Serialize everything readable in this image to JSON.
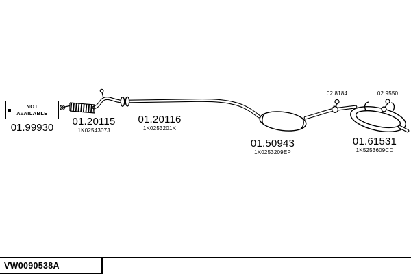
{
  "colors": {
    "ink": "#000000",
    "background": "#ffffff"
  },
  "not_available": {
    "line1": "NOT",
    "line2": "AVAILABLE",
    "code": "01.99930"
  },
  "parts": {
    "front_pipe": {
      "code": "01.20115",
      "part_no": "1K0254307J"
    },
    "center_pipe": {
      "code": "01.20116",
      "part_no": "1K0253201K"
    },
    "mid_muffler": {
      "code": "01.50943",
      "part_no": "1K0253209EP"
    },
    "rear_muffler": {
      "code": "01.61531",
      "part_no": "1K5253609CD"
    }
  },
  "clamps": {
    "clamp1": {
      "code": "02.8184"
    },
    "clamp2": {
      "code": "02.9550"
    }
  },
  "footer": {
    "drawing_no": "VW0090538A"
  }
}
